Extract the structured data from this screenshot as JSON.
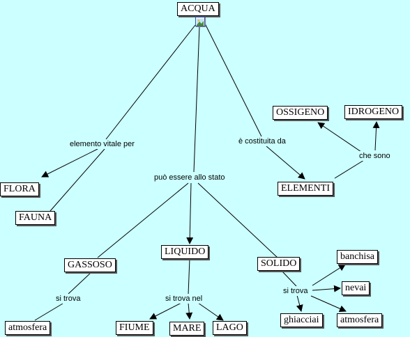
{
  "colors": {
    "background": "#ccffff",
    "node_fill": "#ffffff",
    "line": "#000000"
  },
  "root_icon": "image-icon",
  "nodes": {
    "acqua": "ACQUA",
    "flora": "FLORA",
    "fauna": "FAUNA",
    "ossigeno": "OSSIGENO",
    "idrogeno": "IDROGENO",
    "elementi": "ELEMENTI",
    "gassoso": "GASSOSO",
    "liquido": "LIQUIDO",
    "solido": "SOLIDO",
    "atmosfera_gas": "atmosfera",
    "fiume": "FIUME",
    "mare": "MARE",
    "lago": "LAGO",
    "banchisa": "banchisa",
    "nevai": "nevai",
    "ghiacciai": "ghiacciai",
    "atmosfera_sol": "atmosfera"
  },
  "links": {
    "elemento_vitale": "elemento vitale per",
    "costituita": "è costituita da",
    "che_sono": "che sono",
    "stato": "può essere allo stato",
    "si_trova_gas": "si trova",
    "si_trova_nel": "si trova nel",
    "si_trova_sol": "si trova"
  }
}
